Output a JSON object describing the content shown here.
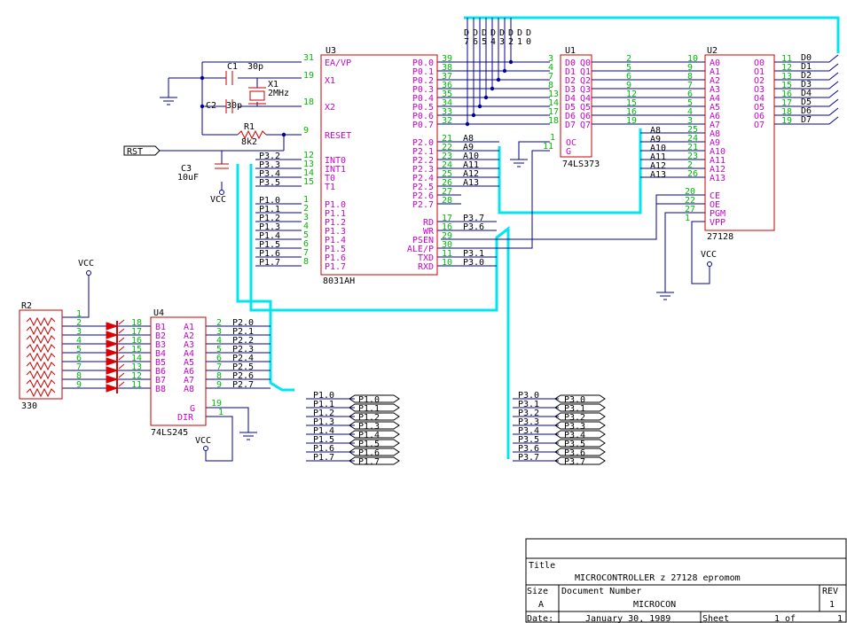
{
  "colors": {
    "wire": "#000099",
    "part": "#cc0000",
    "bus": "#00e5ee",
    "pin_number": "#00bb00",
    "pin_name": "#cc00cc",
    "text": "#000000"
  },
  "u3": {
    "ref": "U3",
    "part": "8031AH",
    "left_pins": [
      {
        "num": "31",
        "name": "EA/VP"
      },
      {
        "num": "19",
        "name": "X1"
      },
      {
        "num": "18",
        "name": "X2"
      },
      {
        "num": "9",
        "name": "RESET"
      },
      {
        "num": "12",
        "name": "INT0"
      },
      {
        "num": "13",
        "name": "INT1"
      },
      {
        "num": "14",
        "name": "T0"
      },
      {
        "num": "15",
        "name": "T1"
      },
      {
        "num": "1",
        "name": "P1.0"
      },
      {
        "num": "2",
        "name": "P1.1"
      },
      {
        "num": "3",
        "name": "P1.2"
      },
      {
        "num": "4",
        "name": "P1.3"
      },
      {
        "num": "5",
        "name": "P1.4"
      },
      {
        "num": "6",
        "name": "P1.5"
      },
      {
        "num": "7",
        "name": "P1.6"
      },
      {
        "num": "8",
        "name": "P1.7"
      }
    ],
    "right_pins": [
      {
        "num": "39",
        "name": "P0.0"
      },
      {
        "num": "38",
        "name": "P0.1"
      },
      {
        "num": "37",
        "name": "P0.2"
      },
      {
        "num": "36",
        "name": "P0.3"
      },
      {
        "num": "35",
        "name": "P0.4"
      },
      {
        "num": "34",
        "name": "P0.5"
      },
      {
        "num": "33",
        "name": "P0.6"
      },
      {
        "num": "32",
        "name": "P0.7"
      },
      {
        "num": "21",
        "name": "P2.0"
      },
      {
        "num": "22",
        "name": "P2.1"
      },
      {
        "num": "23",
        "name": "P2.2"
      },
      {
        "num": "24",
        "name": "P2.3"
      },
      {
        "num": "25",
        "name": "P2.4"
      },
      {
        "num": "26",
        "name": "P2.5"
      },
      {
        "num": "27",
        "name": "P2.6"
      },
      {
        "num": "28",
        "name": "P2.7"
      },
      {
        "num": "17",
        "name": "RD"
      },
      {
        "num": "16",
        "name": "WR"
      },
      {
        "num": "29",
        "name": "PSEN"
      },
      {
        "num": "30",
        "name": "ALE/P"
      },
      {
        "num": "11",
        "name": "TXD"
      },
      {
        "num": "10",
        "name": "RXD"
      }
    ],
    "left_nets": [
      "P3.2",
      "P3.3",
      "P3.4",
      "P3.5",
      "P1.0",
      "P1.1",
      "P1.2",
      "P1.3",
      "P1.4",
      "P1.5",
      "P1.6",
      "P1.7"
    ],
    "right_nets": [
      "A8",
      "A9",
      "A10",
      "A11",
      "A12",
      "A13",
      "P3.7",
      "P3.6",
      "P3.1",
      "P3.0"
    ]
  },
  "u1": {
    "ref": "U1",
    "part": "74LS373",
    "d_pins": [
      {
        "num": "3",
        "name": "D0"
      },
      {
        "num": "4",
        "name": "D1"
      },
      {
        "num": "7",
        "name": "D2"
      },
      {
        "num": "8",
        "name": "D3"
      },
      {
        "num": "13",
        "name": "D4"
      },
      {
        "num": "14",
        "name": "D5"
      },
      {
        "num": "17",
        "name": "D6"
      },
      {
        "num": "18",
        "name": "D7"
      }
    ],
    "q_pins": [
      {
        "num": "2",
        "name": "Q0"
      },
      {
        "num": "5",
        "name": "Q1"
      },
      {
        "num": "6",
        "name": "Q2"
      },
      {
        "num": "9",
        "name": "Q3"
      },
      {
        "num": "12",
        "name": "Q4"
      },
      {
        "num": "15",
        "name": "Q5"
      },
      {
        "num": "16",
        "name": "Q6"
      },
      {
        "num": "19",
        "name": "Q7"
      }
    ],
    "ctrl_pins": [
      {
        "num": "1",
        "name": "OC"
      },
      {
        "num": "11",
        "name": "G"
      }
    ]
  },
  "u2": {
    "ref": "U2",
    "part": "27128",
    "a_pins": [
      {
        "num": "10",
        "name": "A0"
      },
      {
        "num": "9",
        "name": "A1"
      },
      {
        "num": "8",
        "name": "A2"
      },
      {
        "num": "7",
        "name": "A3"
      },
      {
        "num": "6",
        "name": "A4"
      },
      {
        "num": "5",
        "name": "A5"
      },
      {
        "num": "4",
        "name": "A6"
      },
      {
        "num": "3",
        "name": "A7"
      },
      {
        "num": "25",
        "name": "A8"
      },
      {
        "num": "24",
        "name": "A9"
      },
      {
        "num": "21",
        "name": "A10"
      },
      {
        "num": "23",
        "name": "A11"
      },
      {
        "num": "2",
        "name": "A12"
      },
      {
        "num": "26",
        "name": "A13"
      }
    ],
    "o_pins": [
      {
        "num": "11",
        "name": "O0"
      },
      {
        "num": "12",
        "name": "O1"
      },
      {
        "num": "13",
        "name": "O2"
      },
      {
        "num": "15",
        "name": "O3"
      },
      {
        "num": "16",
        "name": "O4"
      },
      {
        "num": "17",
        "name": "O5"
      },
      {
        "num": "18",
        "name": "O6"
      },
      {
        "num": "19",
        "name": "O7"
      }
    ],
    "ctrl_pins": [
      {
        "num": "20",
        "name": "CE"
      },
      {
        "num": "22",
        "name": "OE"
      },
      {
        "num": "27",
        "name": "PGM"
      },
      {
        "num": "1",
        "name": "VPP"
      }
    ],
    "addr_nets": [
      "A8",
      "A9",
      "A10",
      "A11",
      "A12",
      "A13"
    ],
    "data_nets": [
      "D0",
      "D1",
      "D2",
      "D3",
      "D4",
      "D5",
      "D6",
      "D7"
    ]
  },
  "bus_labels": [
    "D7",
    "D6",
    "D5",
    "D4",
    "D3",
    "D2",
    "D1",
    "D0"
  ],
  "u4": {
    "ref": "U4",
    "part": "74LS245",
    "b_pins": [
      {
        "num": "18",
        "name": "B1"
      },
      {
        "num": "17",
        "name": "B2"
      },
      {
        "num": "16",
        "name": "B3"
      },
      {
        "num": "15",
        "name": "B4"
      },
      {
        "num": "14",
        "name": "B5"
      },
      {
        "num": "13",
        "name": "B6"
      },
      {
        "num": "12",
        "name": "B7"
      },
      {
        "num": "11",
        "name": "B8"
      }
    ],
    "a_pins": [
      {
        "num": "2",
        "name": "A1"
      },
      {
        "num": "3",
        "name": "A2"
      },
      {
        "num": "4",
        "name": "A3"
      },
      {
        "num": "5",
        "name": "A4"
      },
      {
        "num": "6",
        "name": "A5"
      },
      {
        "num": "7",
        "name": "A6"
      },
      {
        "num": "8",
        "name": "A7"
      },
      {
        "num": "9",
        "name": "A8"
      }
    ],
    "a_nets": [
      "P2.0",
      "P2.1",
      "P2.2",
      "P2.3",
      "P2.4",
      "P2.5",
      "P2.6",
      "P2.7"
    ],
    "g_pin": {
      "num": "19",
      "name": "G"
    },
    "dir_pin": {
      "num": "1",
      "name": "DIR"
    }
  },
  "r2": {
    "ref": "R2",
    "value": "330",
    "pin_nums": [
      "1",
      "2",
      "3",
      "4",
      "5",
      "6",
      "7",
      "8",
      "9"
    ]
  },
  "crystal": {
    "c1": "C1",
    "c1_value": "30p",
    "c2": "C2",
    "c2_value": "30p",
    "x1": "X1",
    "x1_value": "2MHz"
  },
  "reset": {
    "r1": "R1",
    "r1_value": "8k2",
    "c3": "C3",
    "c3_value": "10uF",
    "net_rst": "RST"
  },
  "vcc_labels": [
    "VCC",
    "VCC",
    "VCC",
    "VCC"
  ],
  "p1_ports": [
    "P1.0",
    "P1.1",
    "P1.2",
    "P1.3",
    "P1.4",
    "P1.5",
    "P1.6",
    "P1.7"
  ],
  "p3_ports": [
    "P3.0",
    "P3.1",
    "P3.2",
    "P3.3",
    "P3.4",
    "P3.5",
    "P3.6",
    "P3.7"
  ],
  "title_block": {
    "title_label": "Title",
    "title": "MICROCONTROLLER z 27128 epromom",
    "size_label": "Size",
    "size": "A",
    "docnum_label": "Document Number",
    "docnum": "MICROCON",
    "rev_label": "REV",
    "rev": "1",
    "date_label": "Date:",
    "date": "January 30, 1989",
    "sheet_label": "Sheet",
    "sheet_value": "1",
    "of_label": "of",
    "sheet_total": "1"
  }
}
